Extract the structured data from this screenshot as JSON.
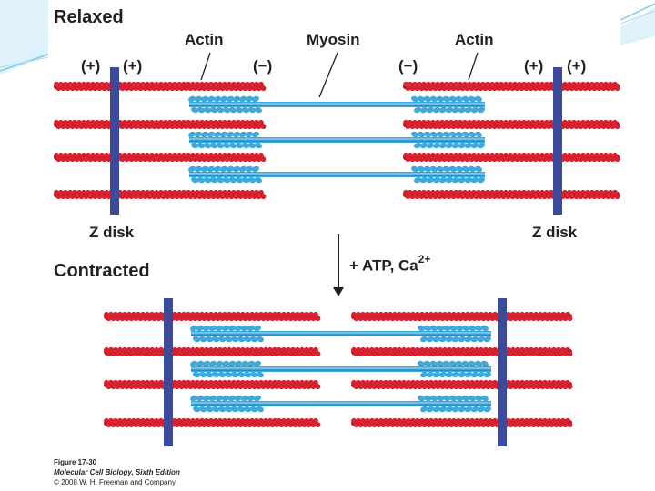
{
  "diagram": {
    "relaxed": {
      "title": "Relaxed",
      "actin_left": "Actin",
      "myosin": "Myosin",
      "actin_right": "Actin",
      "pol_left_outer": "(+)",
      "pol_left_inner": "(+)",
      "pol_center_left": "(−)",
      "pol_center_right": "(−)",
      "pol_right_inner": "(+)",
      "pol_right_outer": "(+)",
      "zdisk_left": "Z disk",
      "zdisk_right": "Z disk"
    },
    "arrow_label": "+ ATP, Ca",
    "arrow_label_sup": "2+",
    "contracted": {
      "title": "Contracted"
    },
    "caption": {
      "figure": "Figure 17-30",
      "book": "Molecular Cell Biology, Sixth Edition",
      "copyright": "© 2008 W. H. Freeman and Company"
    },
    "colors": {
      "actin": "#d8202e",
      "myosin": "#3fa9dc",
      "z_disk": "#3b4a9a",
      "text": "#231f20"
    }
  }
}
